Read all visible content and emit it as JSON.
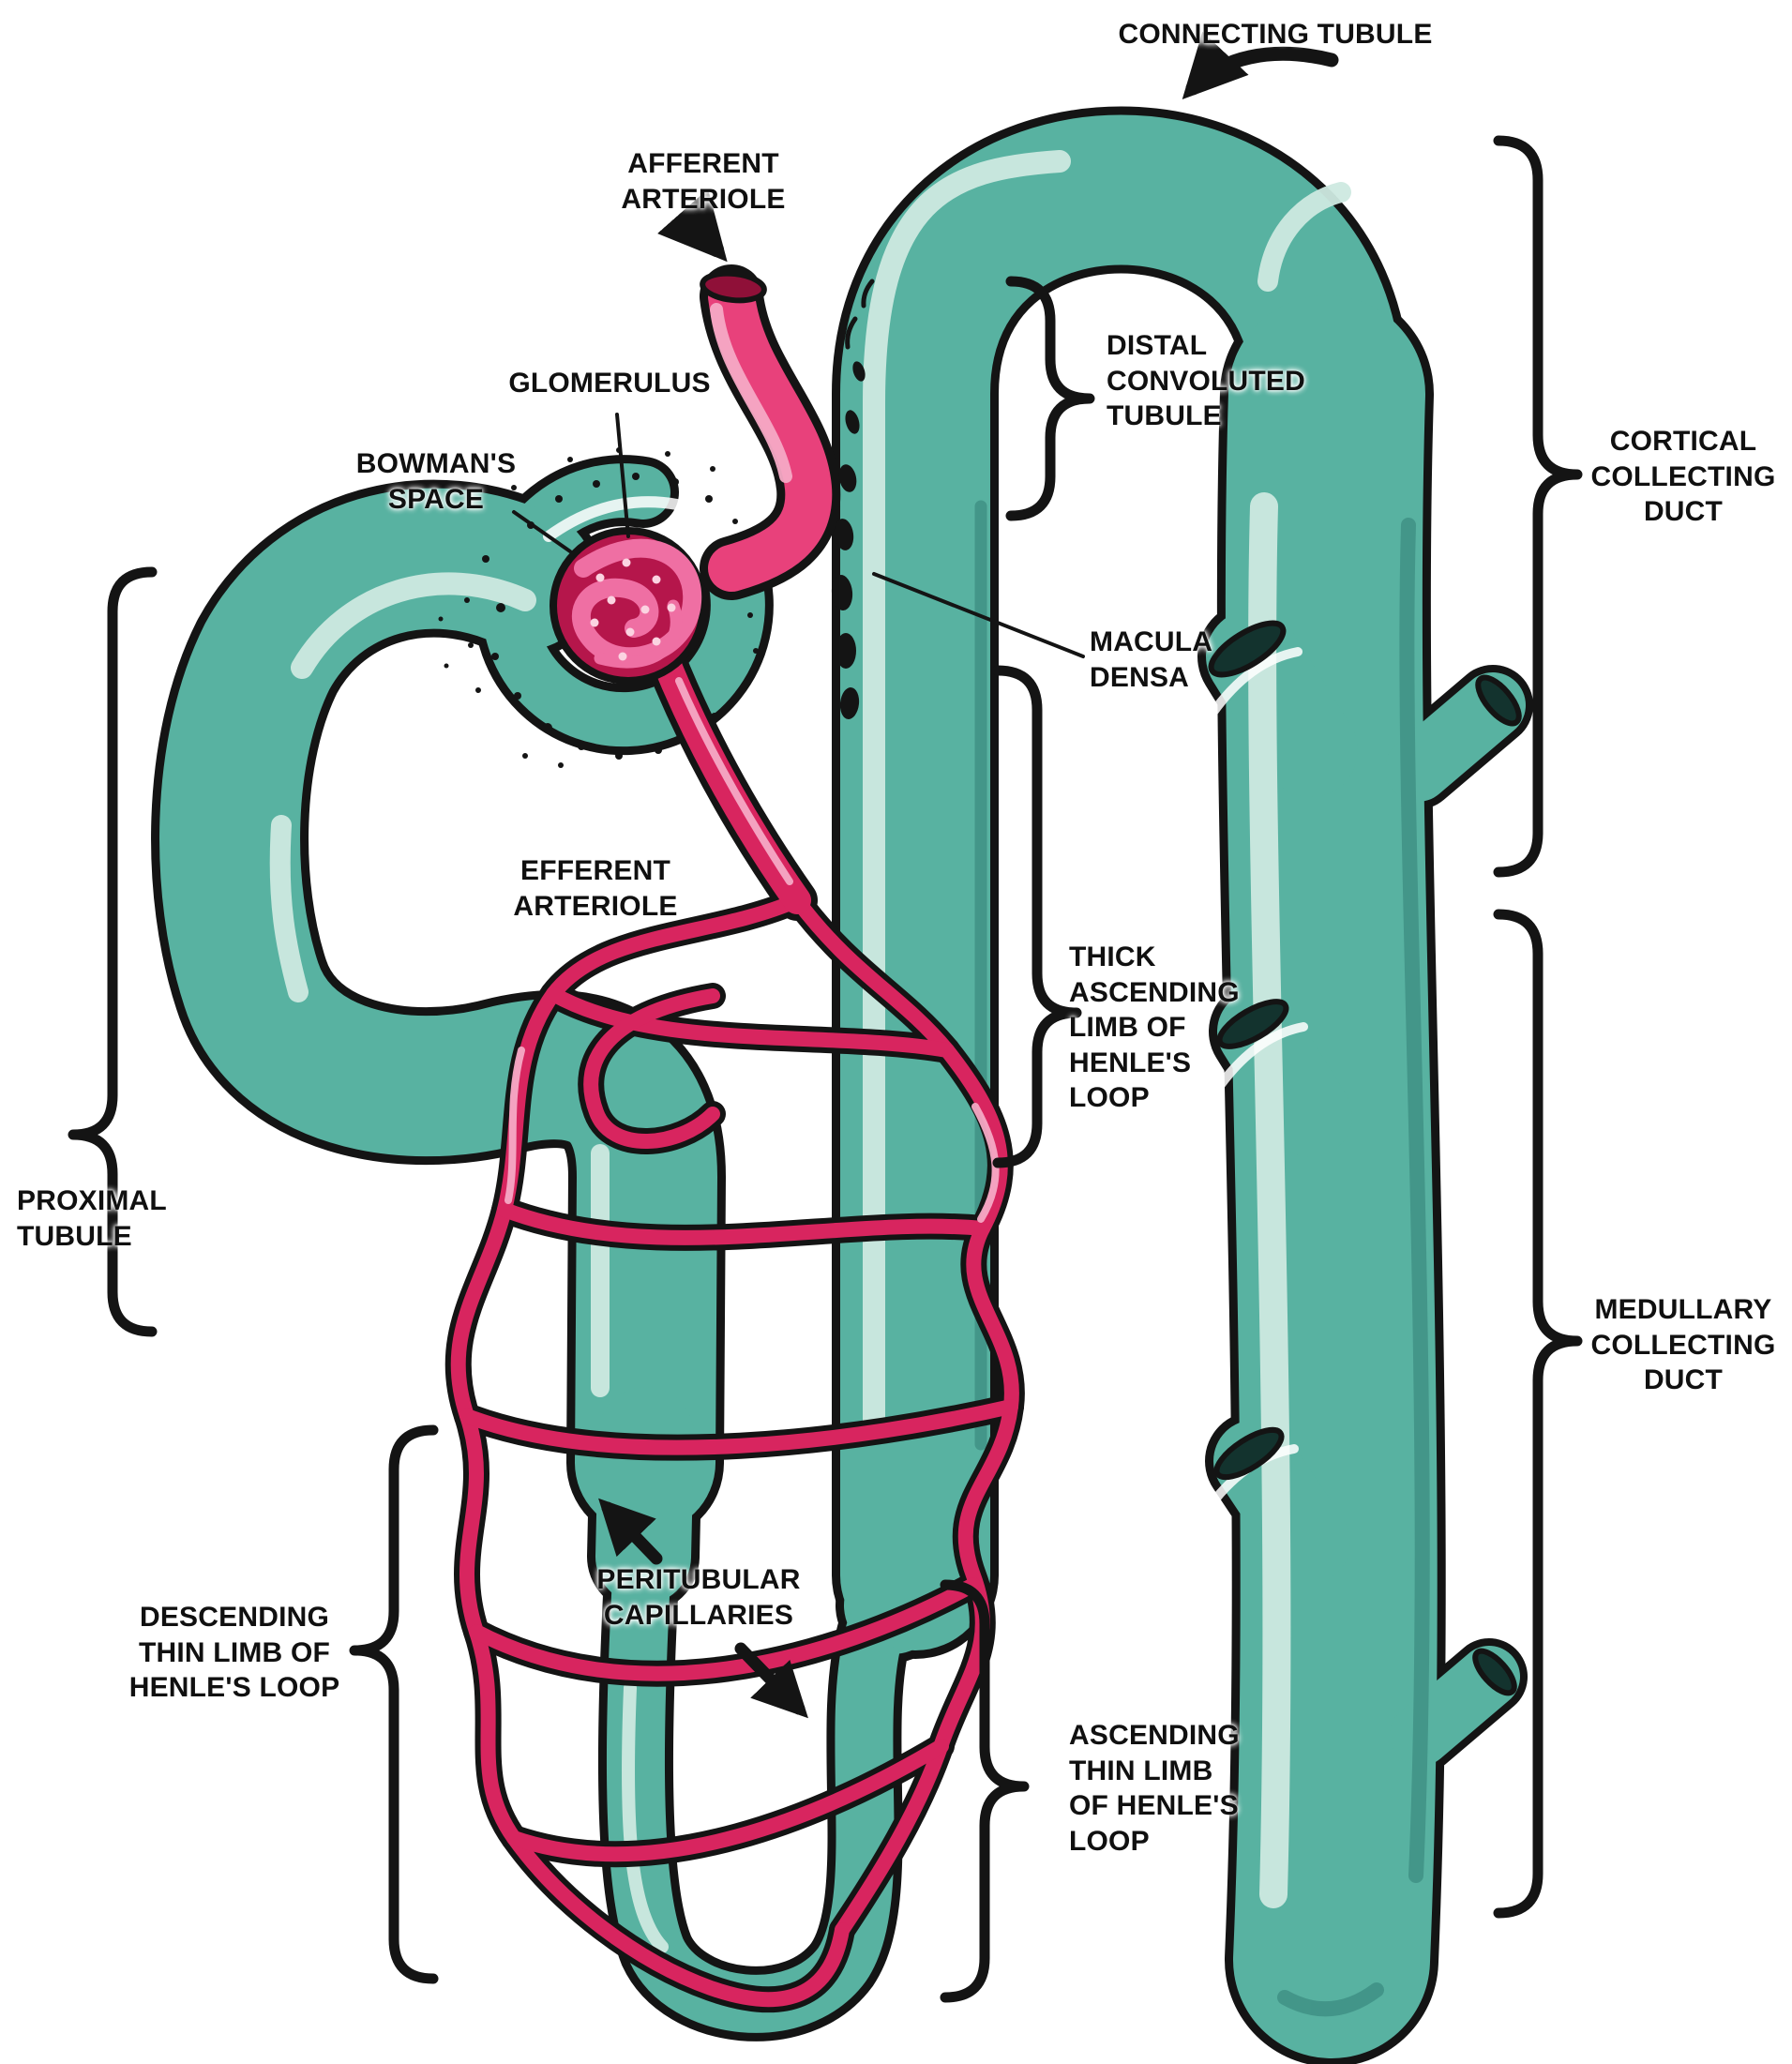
{
  "labels": {
    "connecting_tubule": "CONNECTING TUBULE",
    "afferent_arteriole": "AFFERENT\nARTERIOLE",
    "glomerulus": "GLOMERULUS",
    "bowmans_space": "BOWMAN'S\nSPACE",
    "distal_convoluted_tubule": "DISTAL\nCONVOLUTED\nTUBULE",
    "cortical_collecting_duct": "CORTICAL\nCOLLECTING\nDUCT",
    "macula_densa": "MACULA\nDENSA",
    "efferent_arteriole": "EFFERENT\nARTERIOLE",
    "thick_ascending_limb": "THICK\nASCENDING\nLIMB OF\nHENLE'S\nLOOP",
    "proximal_tubule": "PROXIMAL\nTUBULE",
    "medullary_collecting_duct": "MEDULLARY\nCOLLECTING\nDUCT",
    "descending_thin_limb": "DESCENDING\nTHIN LIMB OF\nHENLE'S LOOP",
    "peritubular_capillaries": "PERITUBULAR\nCAPILLARIES",
    "ascending_thin_limb": "ASCENDING\nTHIN LIMB\nOF HENLE'S\nLOOP"
  },
  "colors": {
    "tubule_teal": "#58B2A1",
    "tubule_shadow": "#3F9185",
    "tubule_highlight": "#CDE9E0",
    "vessel_crimson": "#D8255F",
    "vessel_highlight": "#F6A9C5",
    "afferent_pink": "#E8417B",
    "glomerulus_dark": "#B5164B",
    "glomerulus_coil": "#EF6FA3",
    "outline": "#141414",
    "background": "#FFFFFF"
  }
}
